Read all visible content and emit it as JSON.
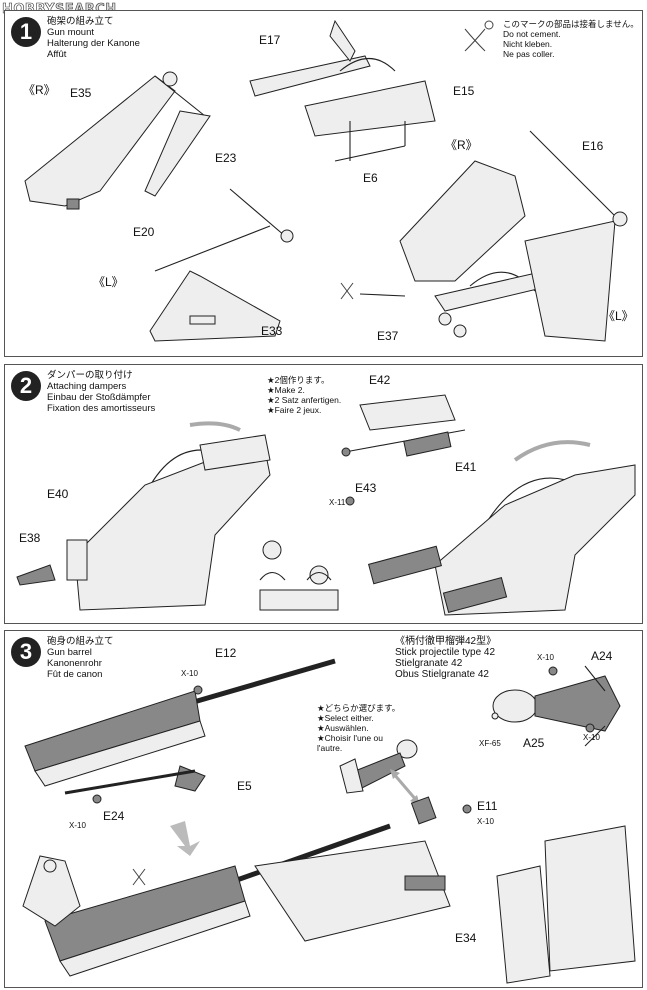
{
  "watermark": {
    "brand": "HOBBY",
    "rest": "SEARCH"
  },
  "step1": {
    "number": "1",
    "titles": [
      "砲架の組み立て",
      "Gun mount",
      "Halterung der Kanone",
      "Affût"
    ],
    "nocement": [
      "このマークの部品は接着しません。",
      "Do not cement.",
      "Nicht kleben.",
      "Ne pas coller."
    ],
    "labels": {
      "r1": "《R》",
      "e35": "E35",
      "e23": "E23",
      "e20": "E20",
      "l1": "《L》",
      "e33": "E33",
      "e17": "E17",
      "e15": "E15",
      "e6": "E6",
      "r2": "《R》",
      "e16": "E16",
      "l2": "《L》",
      "e37": "E37"
    }
  },
  "step2": {
    "number": "2",
    "titles": [
      "ダンパーの取り付け",
      "Attaching dampers",
      "Einbau der Stoßdämpfer",
      "Fixation des amortisseurs"
    ],
    "make2": [
      "★2個作ります。",
      "★Make 2.",
      "★2 Satz anfertigen.",
      "★Faire 2 jeux."
    ],
    "labels": {
      "e42": "E42",
      "e41": "E41",
      "e43": "E43",
      "x11": "X-11",
      "e40": "E40",
      "e38": "E38"
    }
  },
  "step3": {
    "number": "3",
    "titles": [
      "砲身の組み立て",
      "Gun barrel",
      "Kanonenrohr",
      "Fût de canon"
    ],
    "projectile": [
      "《柄付徹甲榴弾42型》",
      "Stick projectile type 42",
      "Stielgranate 42",
      "Obus Stielgranate 42"
    ],
    "select": [
      "★どちらか選びます。",
      "★Select either.",
      "★Auswählen.",
      "★Choisir l'une ou",
      "l'autre."
    ],
    "labels": {
      "x10a": "X-10",
      "e12": "E12",
      "e5": "E5",
      "e24": "E24",
      "x10b": "X-10",
      "a24": "A24",
      "x10c": "X-10",
      "xf65": "XF-65",
      "a25": "A25",
      "x10d": "X-10",
      "e11": "E11",
      "x10e": "X-10",
      "e34": "E34"
    }
  }
}
